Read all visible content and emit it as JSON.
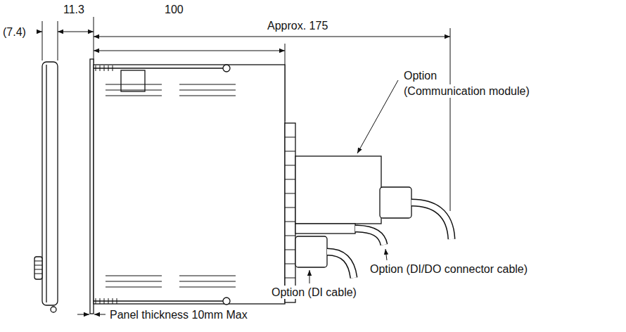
{
  "diagram": {
    "labels": [
      "(7.4)",
      "11.3",
      "100",
      "Approx. 175",
      "Option",
      "(Communication module)",
      "Option (DI/DO connector cable)",
      "Option (DI cable)",
      "Panel thickness 10mm Max"
    ]
  }
}
